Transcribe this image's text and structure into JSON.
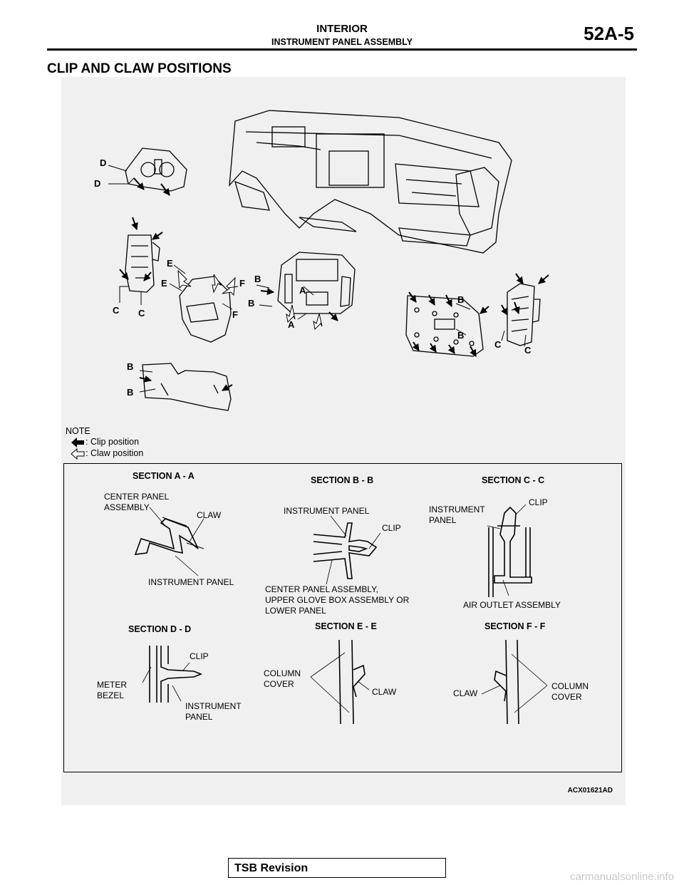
{
  "header": {
    "section": "INTERIOR",
    "subsection": "INSTRUMENT PANEL ASSEMBLY",
    "page": "52A-5"
  },
  "heading": "CLIP AND CLAW POSITIONS",
  "overview_letters": {
    "D1": "D",
    "D2": "D",
    "C1": "C",
    "C2": "C",
    "E1": "E",
    "E2": "E",
    "F1": "F",
    "F2": "F",
    "B1": "B",
    "B2": "B",
    "A1": "A",
    "A2": "A",
    "B3": "B",
    "B4": "B",
    "C3": "C",
    "C4": "C",
    "B5": "B",
    "B6": "B"
  },
  "note": {
    "title": "NOTE",
    "clip": ":  Clip position",
    "claw": ":  Claw position"
  },
  "sections": {
    "aa": {
      "title": "SECTION A - A",
      "center_panel": "CENTER PANEL\nASSEMBLY",
      "claw": "CLAW",
      "instrument_panel": "INSTRUMENT PANEL"
    },
    "bb": {
      "title": "SECTION B - B",
      "instrument_panel": "INSTRUMENT PANEL",
      "clip": "CLIP",
      "center_panel": "CENTER PANEL ASSEMBLY,\nUPPER GLOVE BOX ASSEMBLY OR\nLOWER PANEL"
    },
    "cc": {
      "title": "SECTION C - C",
      "instrument_panel": "INSTRUMENT\nPANEL",
      "clip": "CLIP",
      "air_outlet": "AIR OUTLET ASSEMBLY"
    },
    "dd": {
      "title": "SECTION D - D",
      "clip": "CLIP",
      "meter_bezel": "METER\nBEZEL",
      "instrument_panel": "INSTRUMENT\nPANEL"
    },
    "ee": {
      "title": "SECTION E - E",
      "column_cover": "COLUMN\nCOVER",
      "claw": "CLAW"
    },
    "ff": {
      "title": "SECTION F - F",
      "claw": "CLAW",
      "column_cover": "COLUMN\nCOVER"
    }
  },
  "figure_code": "ACX01621AD",
  "footer": {
    "tsb": "TSB Revision",
    "watermark": "carmanualsonline.info"
  }
}
